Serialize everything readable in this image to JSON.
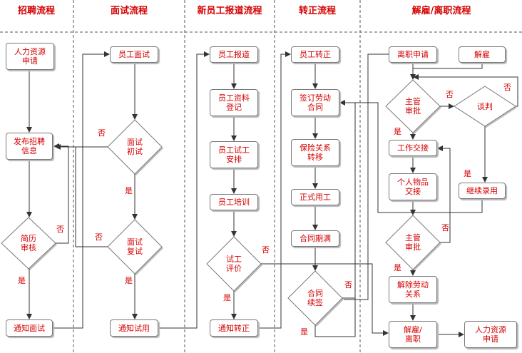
{
  "headers": [
    "招聘流程",
    "面试流程",
    "新员工报道流程",
    "转正流程",
    "解雇/离职流程"
  ],
  "nodes": {
    "hr_request_1": "人力资源\n申请",
    "post_job": "发布招聘\n信息",
    "resume_review": "简历\n审核",
    "notify_interview": "通知面试",
    "interview": "员工面试",
    "first_interview": "面试\n初试",
    "second_interview": "面试\n复试",
    "notify_trial": "通知试用",
    "report": "员工报道",
    "register": "员工资料\n登记",
    "trial_arrange": "员工试工\n安排",
    "training": "员工培训",
    "trial_eval": "试工\n评价",
    "notify_regular": "通知转正",
    "regularize": "员工转正",
    "sign_contract": "签订劳动\n合同",
    "insurance_transfer": "保险关系\n转移",
    "formal_employment": "正式用工",
    "contract_expire": "合同期满",
    "contract_renew": "合同\n续签",
    "resign_request": "离职申请",
    "dismiss": "解雇",
    "manager_approve_1": "主管\n审批",
    "negotiate": "谈判",
    "handover": "工作交接",
    "personal_items": "个人物品\n交接",
    "continue_employ": "继续录用",
    "manager_approve_2": "主管\n审批",
    "terminate_contract": "解除劳动\n关系",
    "dismiss_resign": "解雇/\n离职",
    "hr_request_2": "人力资源\n申请"
  },
  "edge_labels": {
    "yes": "是",
    "no": "否"
  }
}
